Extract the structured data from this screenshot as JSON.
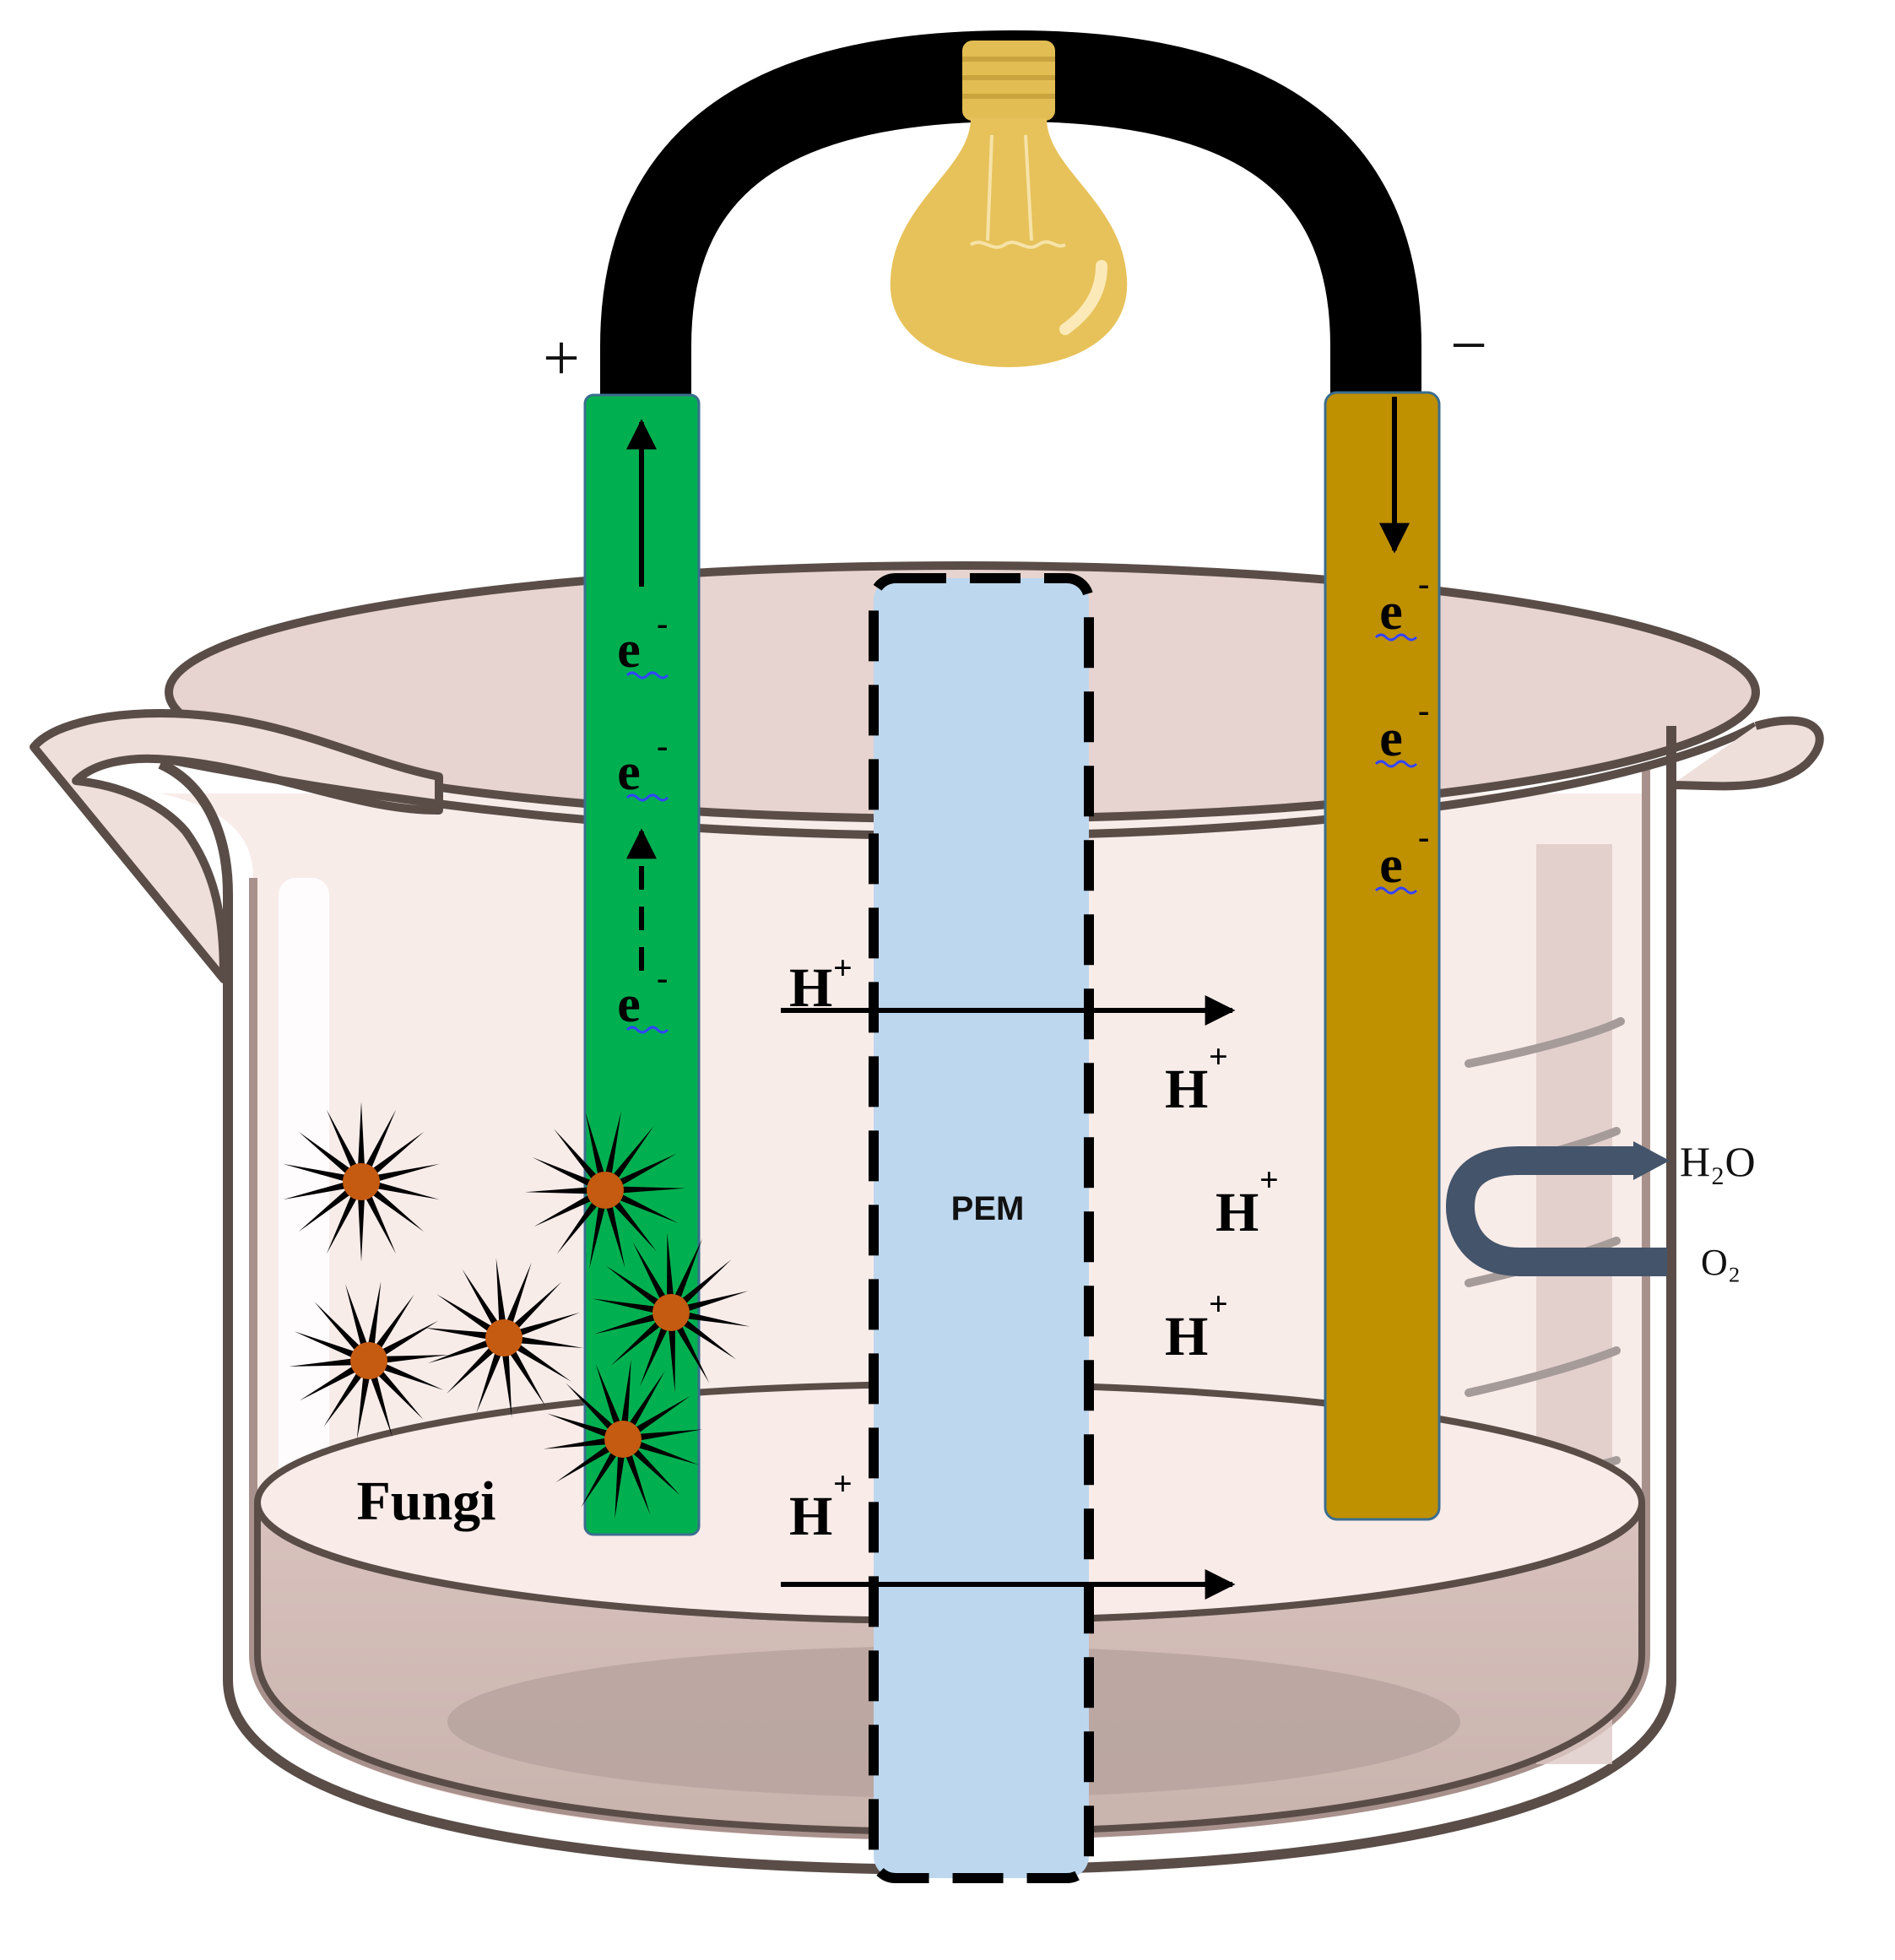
{
  "anode": {
    "sign": "+",
    "electron": "e",
    "electron_charge": "-"
  },
  "cathode": {
    "sign": "−",
    "electron": "e",
    "electron_charge": "-"
  },
  "membrane": {
    "label": "PEM"
  },
  "proton": {
    "symbol": "H",
    "charge": "+"
  },
  "microbes": {
    "label": "Fungi"
  },
  "reaction": {
    "product": "H₂O",
    "reactant": "O₂"
  },
  "colors": {
    "anode": "#00b050",
    "cathode": "#bf9000",
    "membrane": "#bdd7ee",
    "wire": "#000000",
    "bulb": "#e7c25a",
    "fungi": "#c55a11",
    "beaker_outline": "#5a4d48",
    "reaction_arrow": "#44546a"
  }
}
